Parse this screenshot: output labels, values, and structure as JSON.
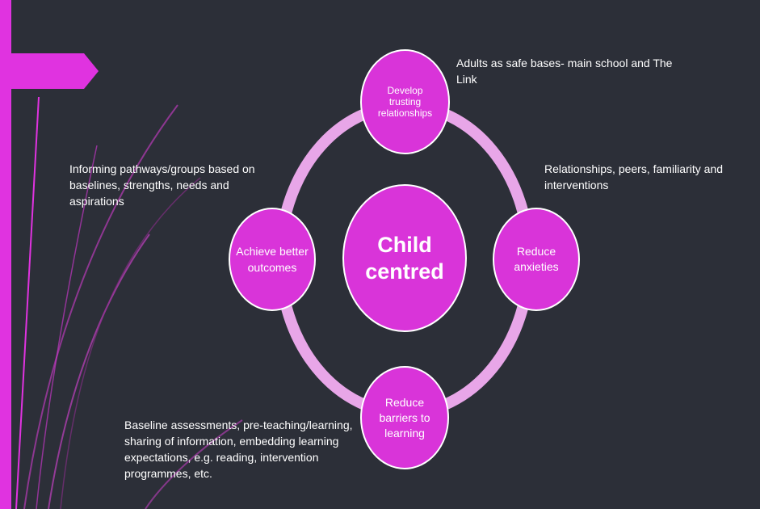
{
  "colors": {
    "background": "#2c2f38",
    "accent": "#e033e0",
    "node_fill": "#d934d9",
    "ring": "#e8a6e8",
    "text": "#ffffff"
  },
  "diagram": {
    "center": {
      "label": "Child centred"
    },
    "cycle_nodes": [
      {
        "label": "Develop trusting relationships"
      },
      {
        "label": "Reduce anxieties"
      },
      {
        "label": "Reduce barriers to learning"
      },
      {
        "label": "Achieve better outcomes"
      }
    ],
    "notes": [
      {
        "text": "Adults as safe bases- main school and The Link"
      },
      {
        "text": "Relationships, peers, familiarity and interventions"
      },
      {
        "text": "Baseline assessments, pre-teaching/learning, sharing of information, embedding learning expectations, e.g. reading, intervention programmes, etc."
      },
      {
        "text": "Informing pathways/groups based on baselines, strengths, needs and aspirations"
      }
    ]
  }
}
